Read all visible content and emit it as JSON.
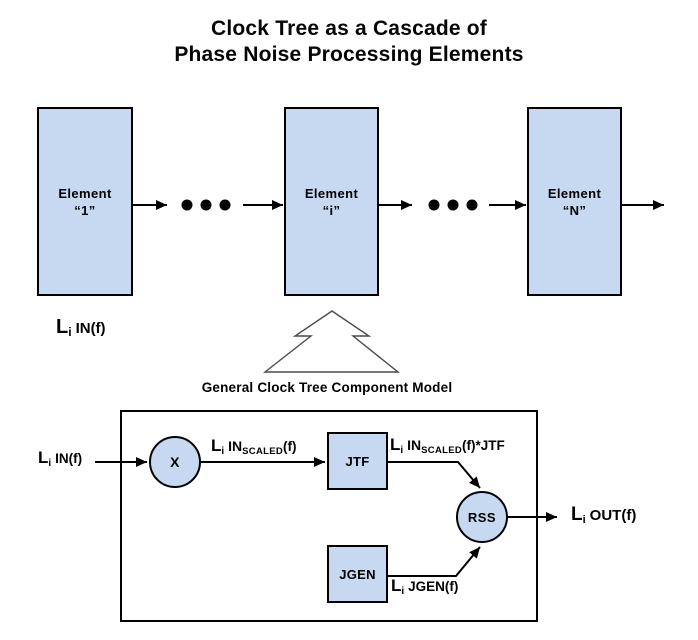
{
  "title": {
    "line1": "Clock Tree as a Cascade of",
    "line2": "Phase Noise Processing Elements"
  },
  "cascade": {
    "elements": [
      {
        "name": "Element",
        "index": "“1”"
      },
      {
        "name": "Element",
        "index": "“i”"
      },
      {
        "name": "Element",
        "index": "“N”"
      }
    ],
    "input_label": {
      "base": "L",
      "sub": "i",
      "rest": "IN(f)"
    }
  },
  "model": {
    "caption": "General Clock Tree Component Model",
    "input_label": {
      "base": "L",
      "sub": "i",
      "rest": "IN(f)"
    },
    "multiplier": "X",
    "scaled_label": {
      "base": "L",
      "sub1": "i",
      "mid": "IN",
      "sub2": "SCALED",
      "tail": "(f)"
    },
    "jtf": "JTF",
    "scaled_jtf_label": {
      "base": "L",
      "sub1": "i",
      "mid": "IN",
      "sub2": "SCALED",
      "tail": "(f)*JTF"
    },
    "rss": "RSS",
    "jgen": "JGEN",
    "jgen_label": {
      "base": "L",
      "sub": "i",
      "rest": "JGEN(f)"
    },
    "output_label": {
      "base": "L",
      "sub": "i",
      "rest": "OUT(f)"
    }
  },
  "colors": {
    "box_fill": "#C6D9F1",
    "box_border": "#000000",
    "line": "#000000",
    "pointer_outline": "#4A4A4A",
    "background": "#FFFFFF"
  }
}
